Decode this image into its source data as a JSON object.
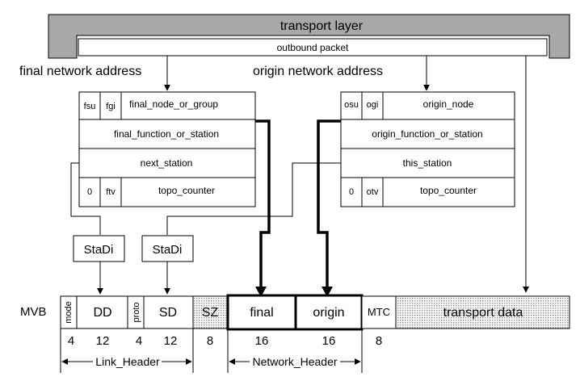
{
  "transport": {
    "title": "transport layer",
    "packet": "outbound packet"
  },
  "final_addr": {
    "title": "final network address",
    "fsu": "fsu",
    "fgi": "fgi",
    "node": "final_node_or_group",
    "function": "final_function_or_station",
    "next": "next_station",
    "zero": "0",
    "tv": "ftv",
    "counter": "topo_counter"
  },
  "origin_addr": {
    "title": "origin network address",
    "osu": "osu",
    "ogi": "ogi",
    "node": "origin_node",
    "function": "origin_function_or_station",
    "this": "this_station",
    "zero": "0",
    "tv": "otv",
    "counter": "topo_counter"
  },
  "stadi": {
    "left": "StaDi",
    "right": "StaDi"
  },
  "frame": {
    "label": "MVB",
    "mode": "mode",
    "dd": "DD",
    "proto": "proto",
    "sd": "SD",
    "sz": "SZ",
    "final": "final",
    "origin": "origin",
    "mtc": "MTC",
    "data": "transport data"
  },
  "bits": {
    "mode": "4",
    "dd": "12",
    "proto": "4",
    "sd": "12",
    "sz": "8",
    "final": "16",
    "origin": "16",
    "mtc": "8"
  },
  "headers": {
    "link": "Link_Header",
    "network": "Network_Header"
  },
  "colors": {
    "grey": "#b4b4b4",
    "dots": "#e0e0e0"
  }
}
